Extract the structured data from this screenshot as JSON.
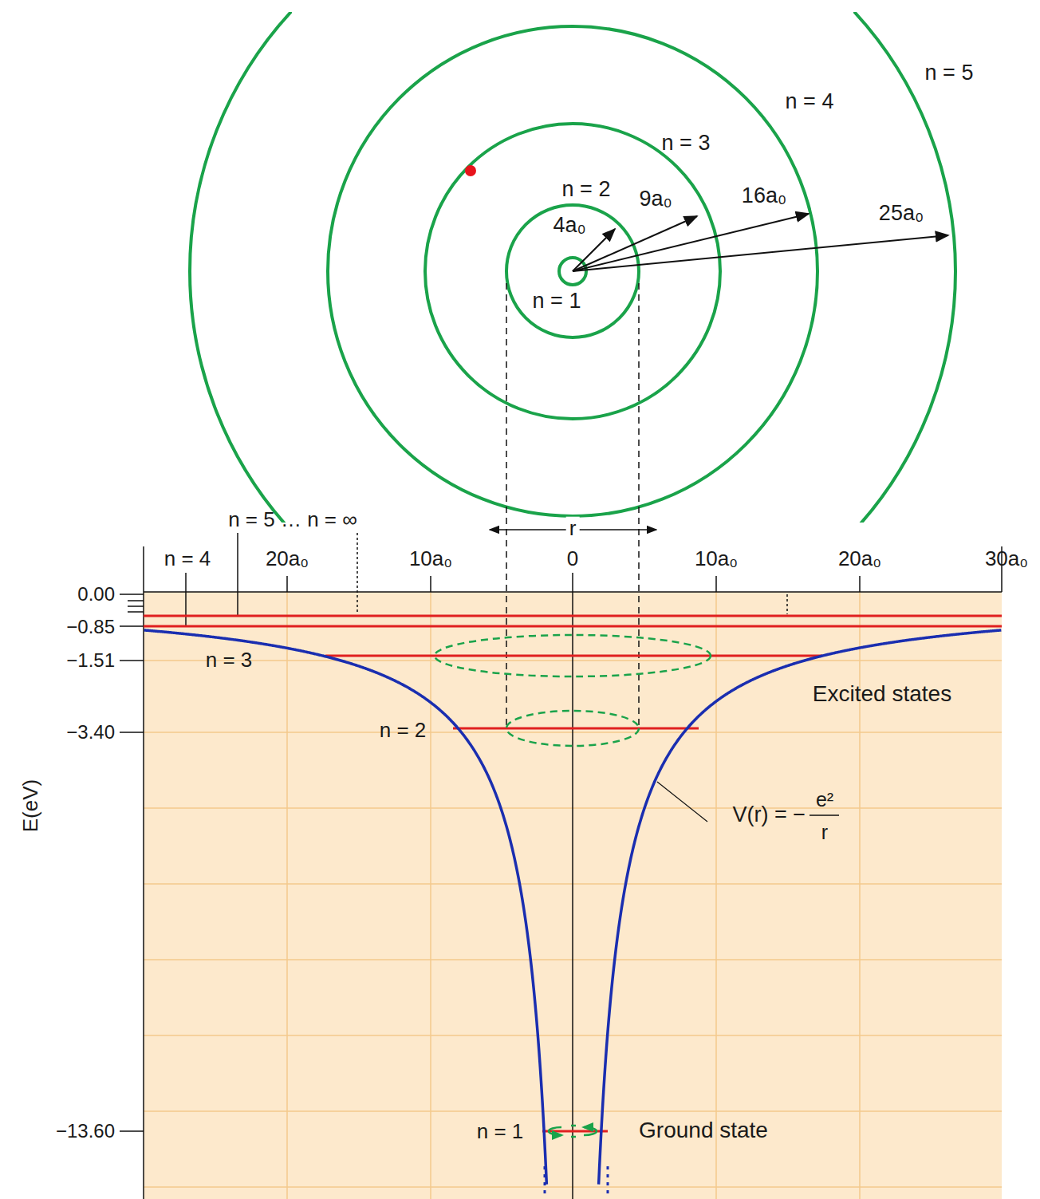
{
  "diagram": {
    "labels": [
      "n = 5",
      "n = 4",
      "n = 3",
      "n = 2",
      "9a₀",
      "16a₀",
      "25a₀",
      "4a₀",
      "n = 1",
      "r",
      "n = 5 … n = ∞",
      "n = 4",
      "20a₀",
      "10a₀",
      "0",
      "10a₀",
      "20a₀",
      "30a₀",
      "0.00",
      "−0.85",
      "−1.51",
      "n = 3",
      "−3.40",
      "n = 2",
      "Excited states",
      "E(eV)",
      "V(r) = −",
      "e²",
      "r",
      "−13.60",
      "n = 1",
      "Ground state"
    ]
  }
}
